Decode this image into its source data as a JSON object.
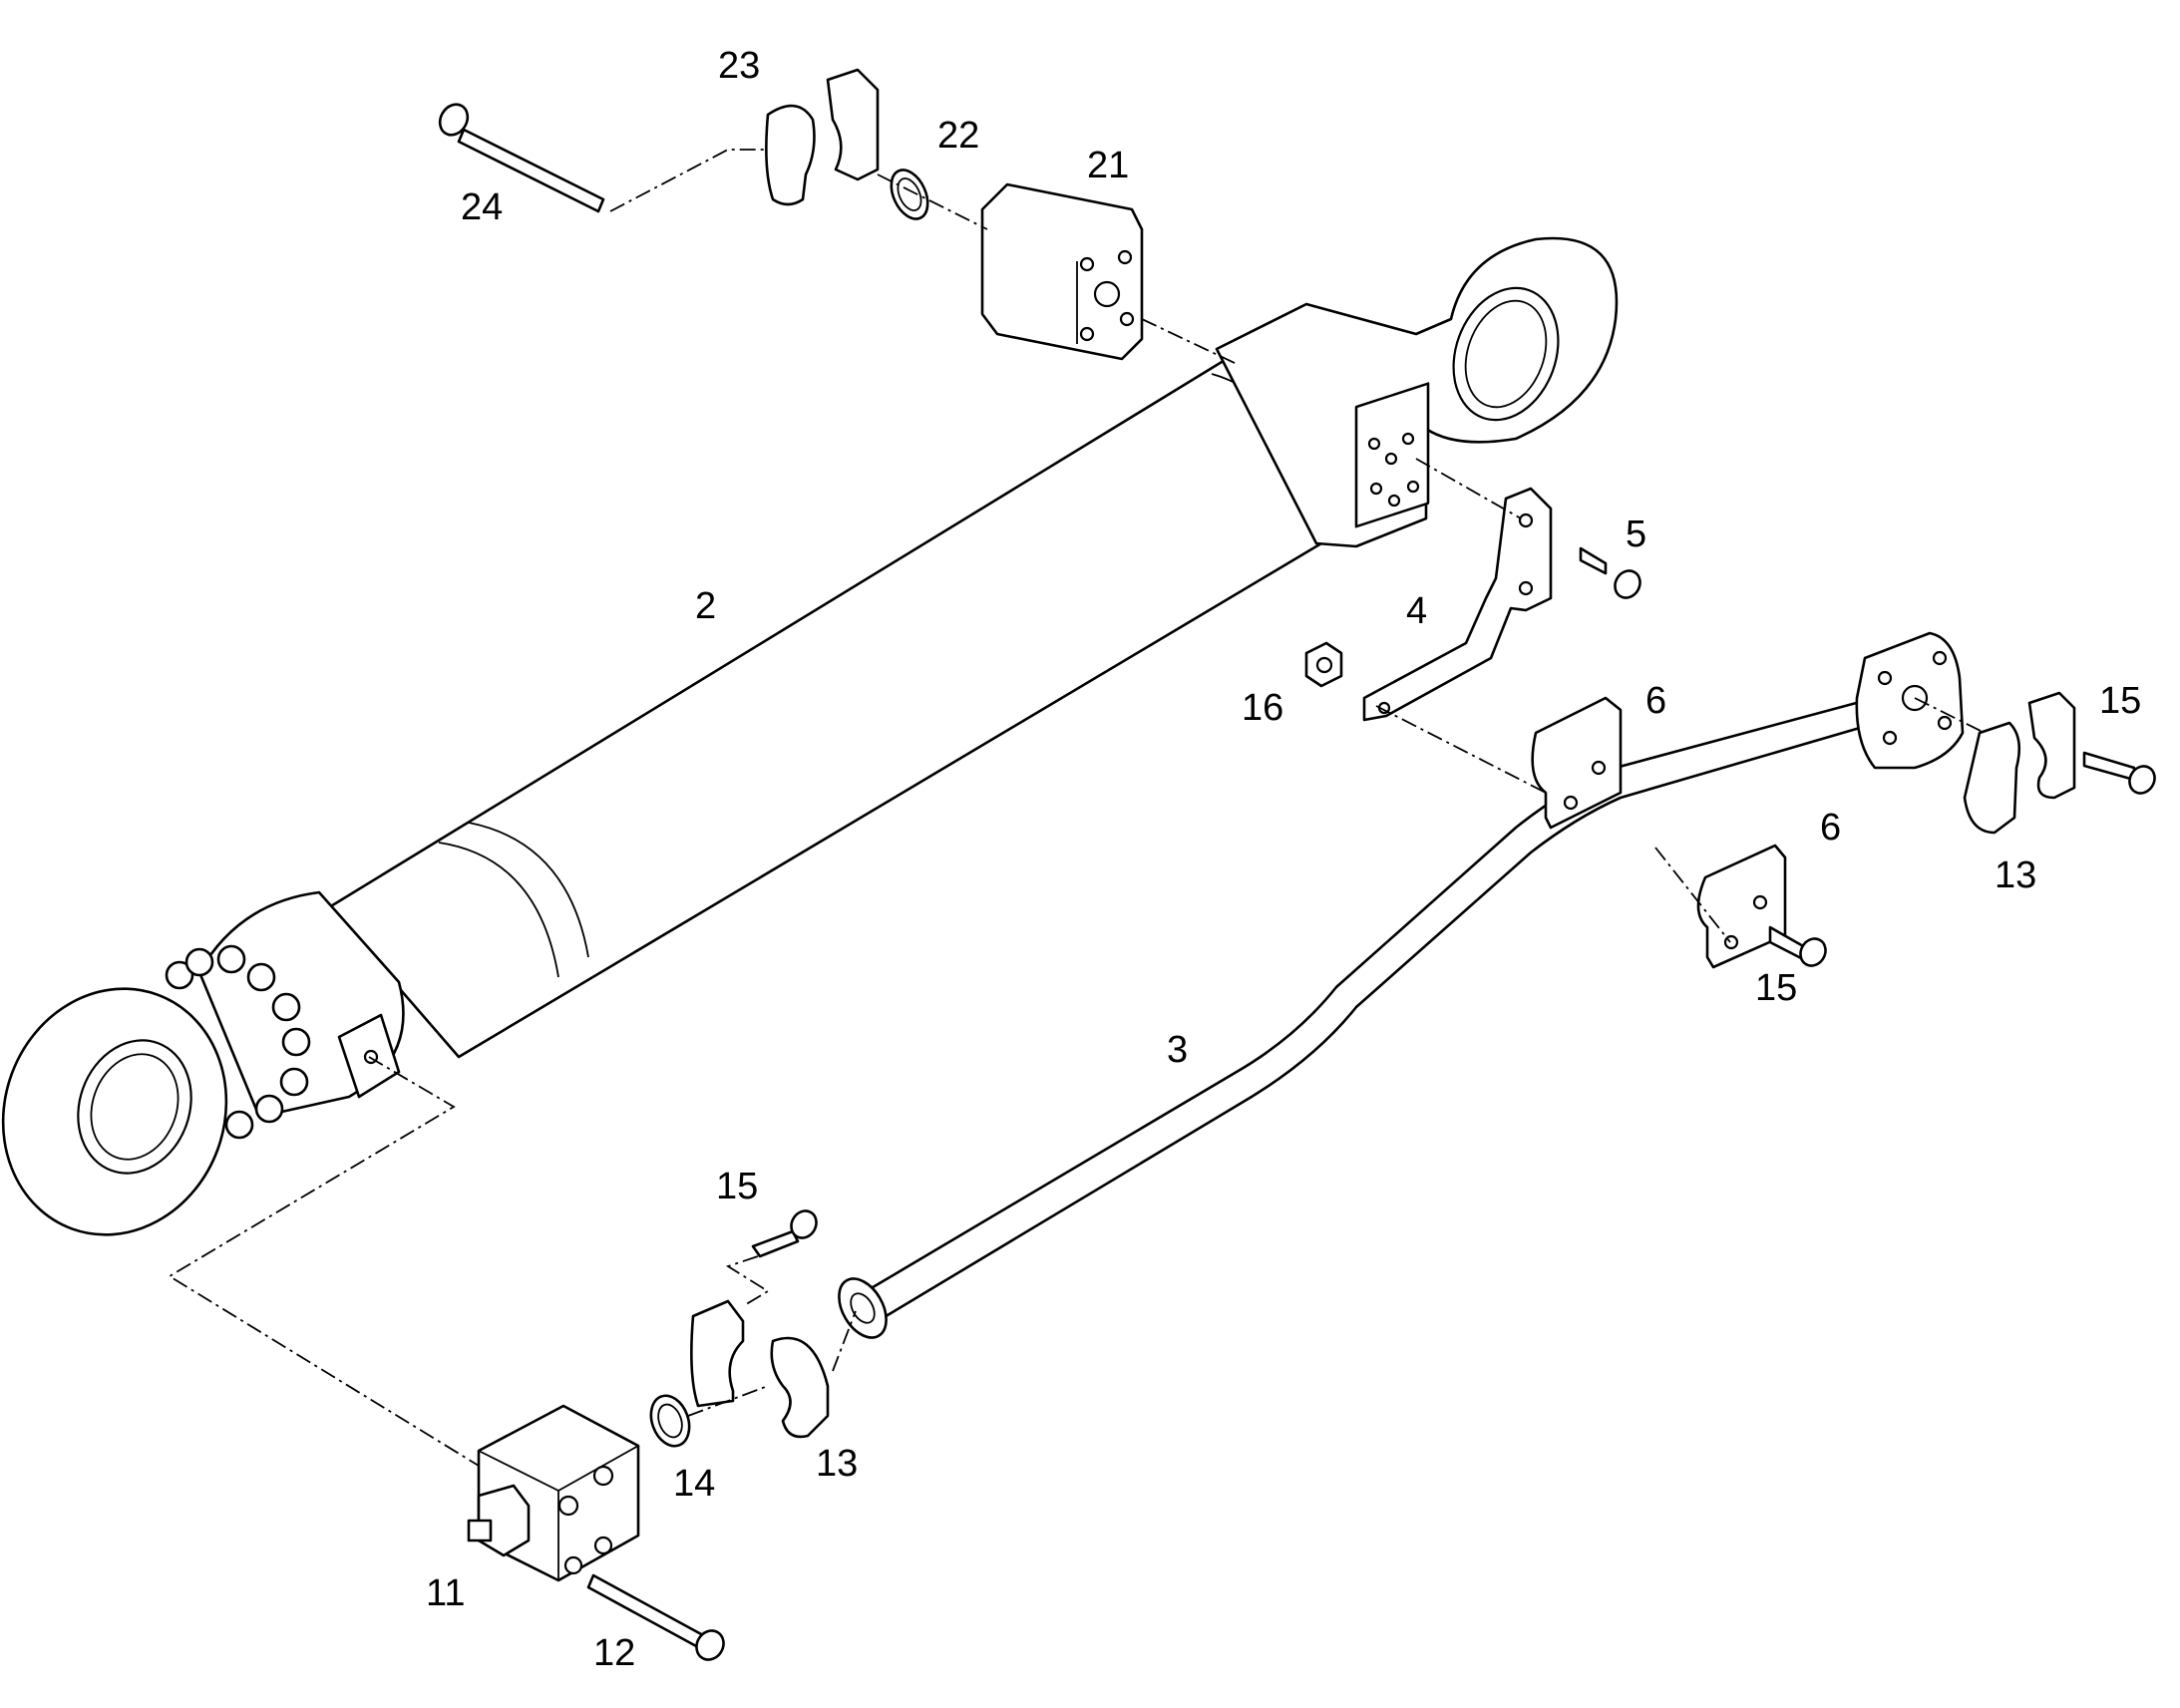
{
  "callouts": {
    "c2": "2",
    "c3": "3",
    "c4": "4",
    "c5": "5",
    "c6a": "6",
    "c6b": "6",
    "c11": "11",
    "c12": "12",
    "c13a": "13",
    "c13b": "13",
    "c14": "14",
    "c15a": "15",
    "c15b": "15",
    "c15c": "15",
    "c16": "16",
    "c21": "21",
    "c22": "22",
    "c23": "23",
    "c24": "24"
  },
  "colors": {
    "line": "#000000",
    "background": "#ffffff"
  }
}
